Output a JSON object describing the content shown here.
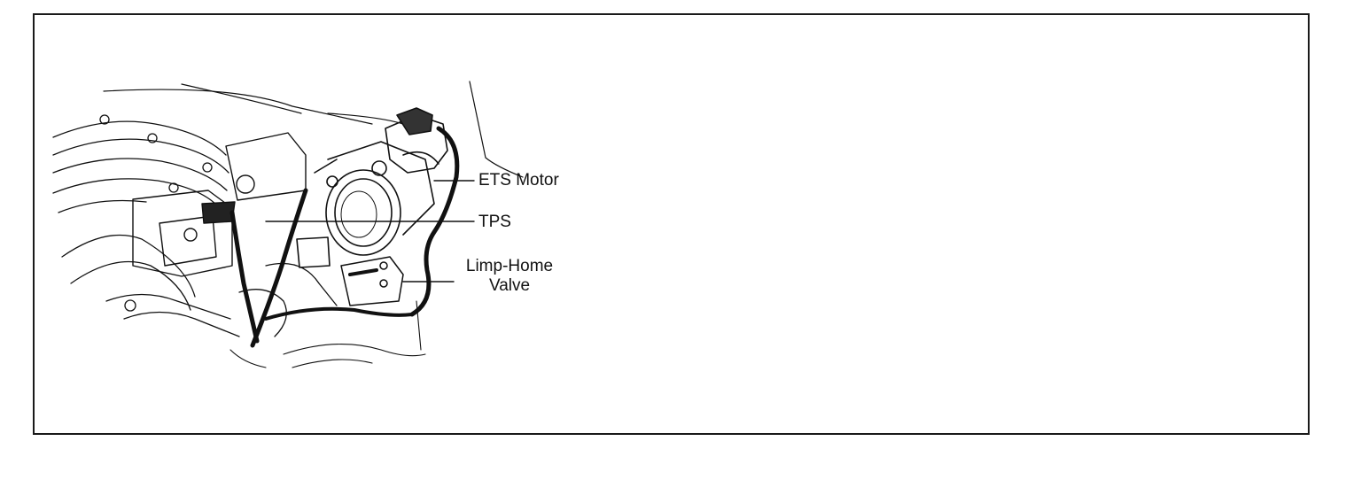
{
  "diagram": {
    "labels": {
      "ets_motor": "ETS Motor",
      "tps": "TPS",
      "limp_home_line1": "Limp-Home",
      "limp_home_line2": "Valve"
    },
    "colors": {
      "ink": "#111111",
      "background": "#ffffff"
    }
  }
}
